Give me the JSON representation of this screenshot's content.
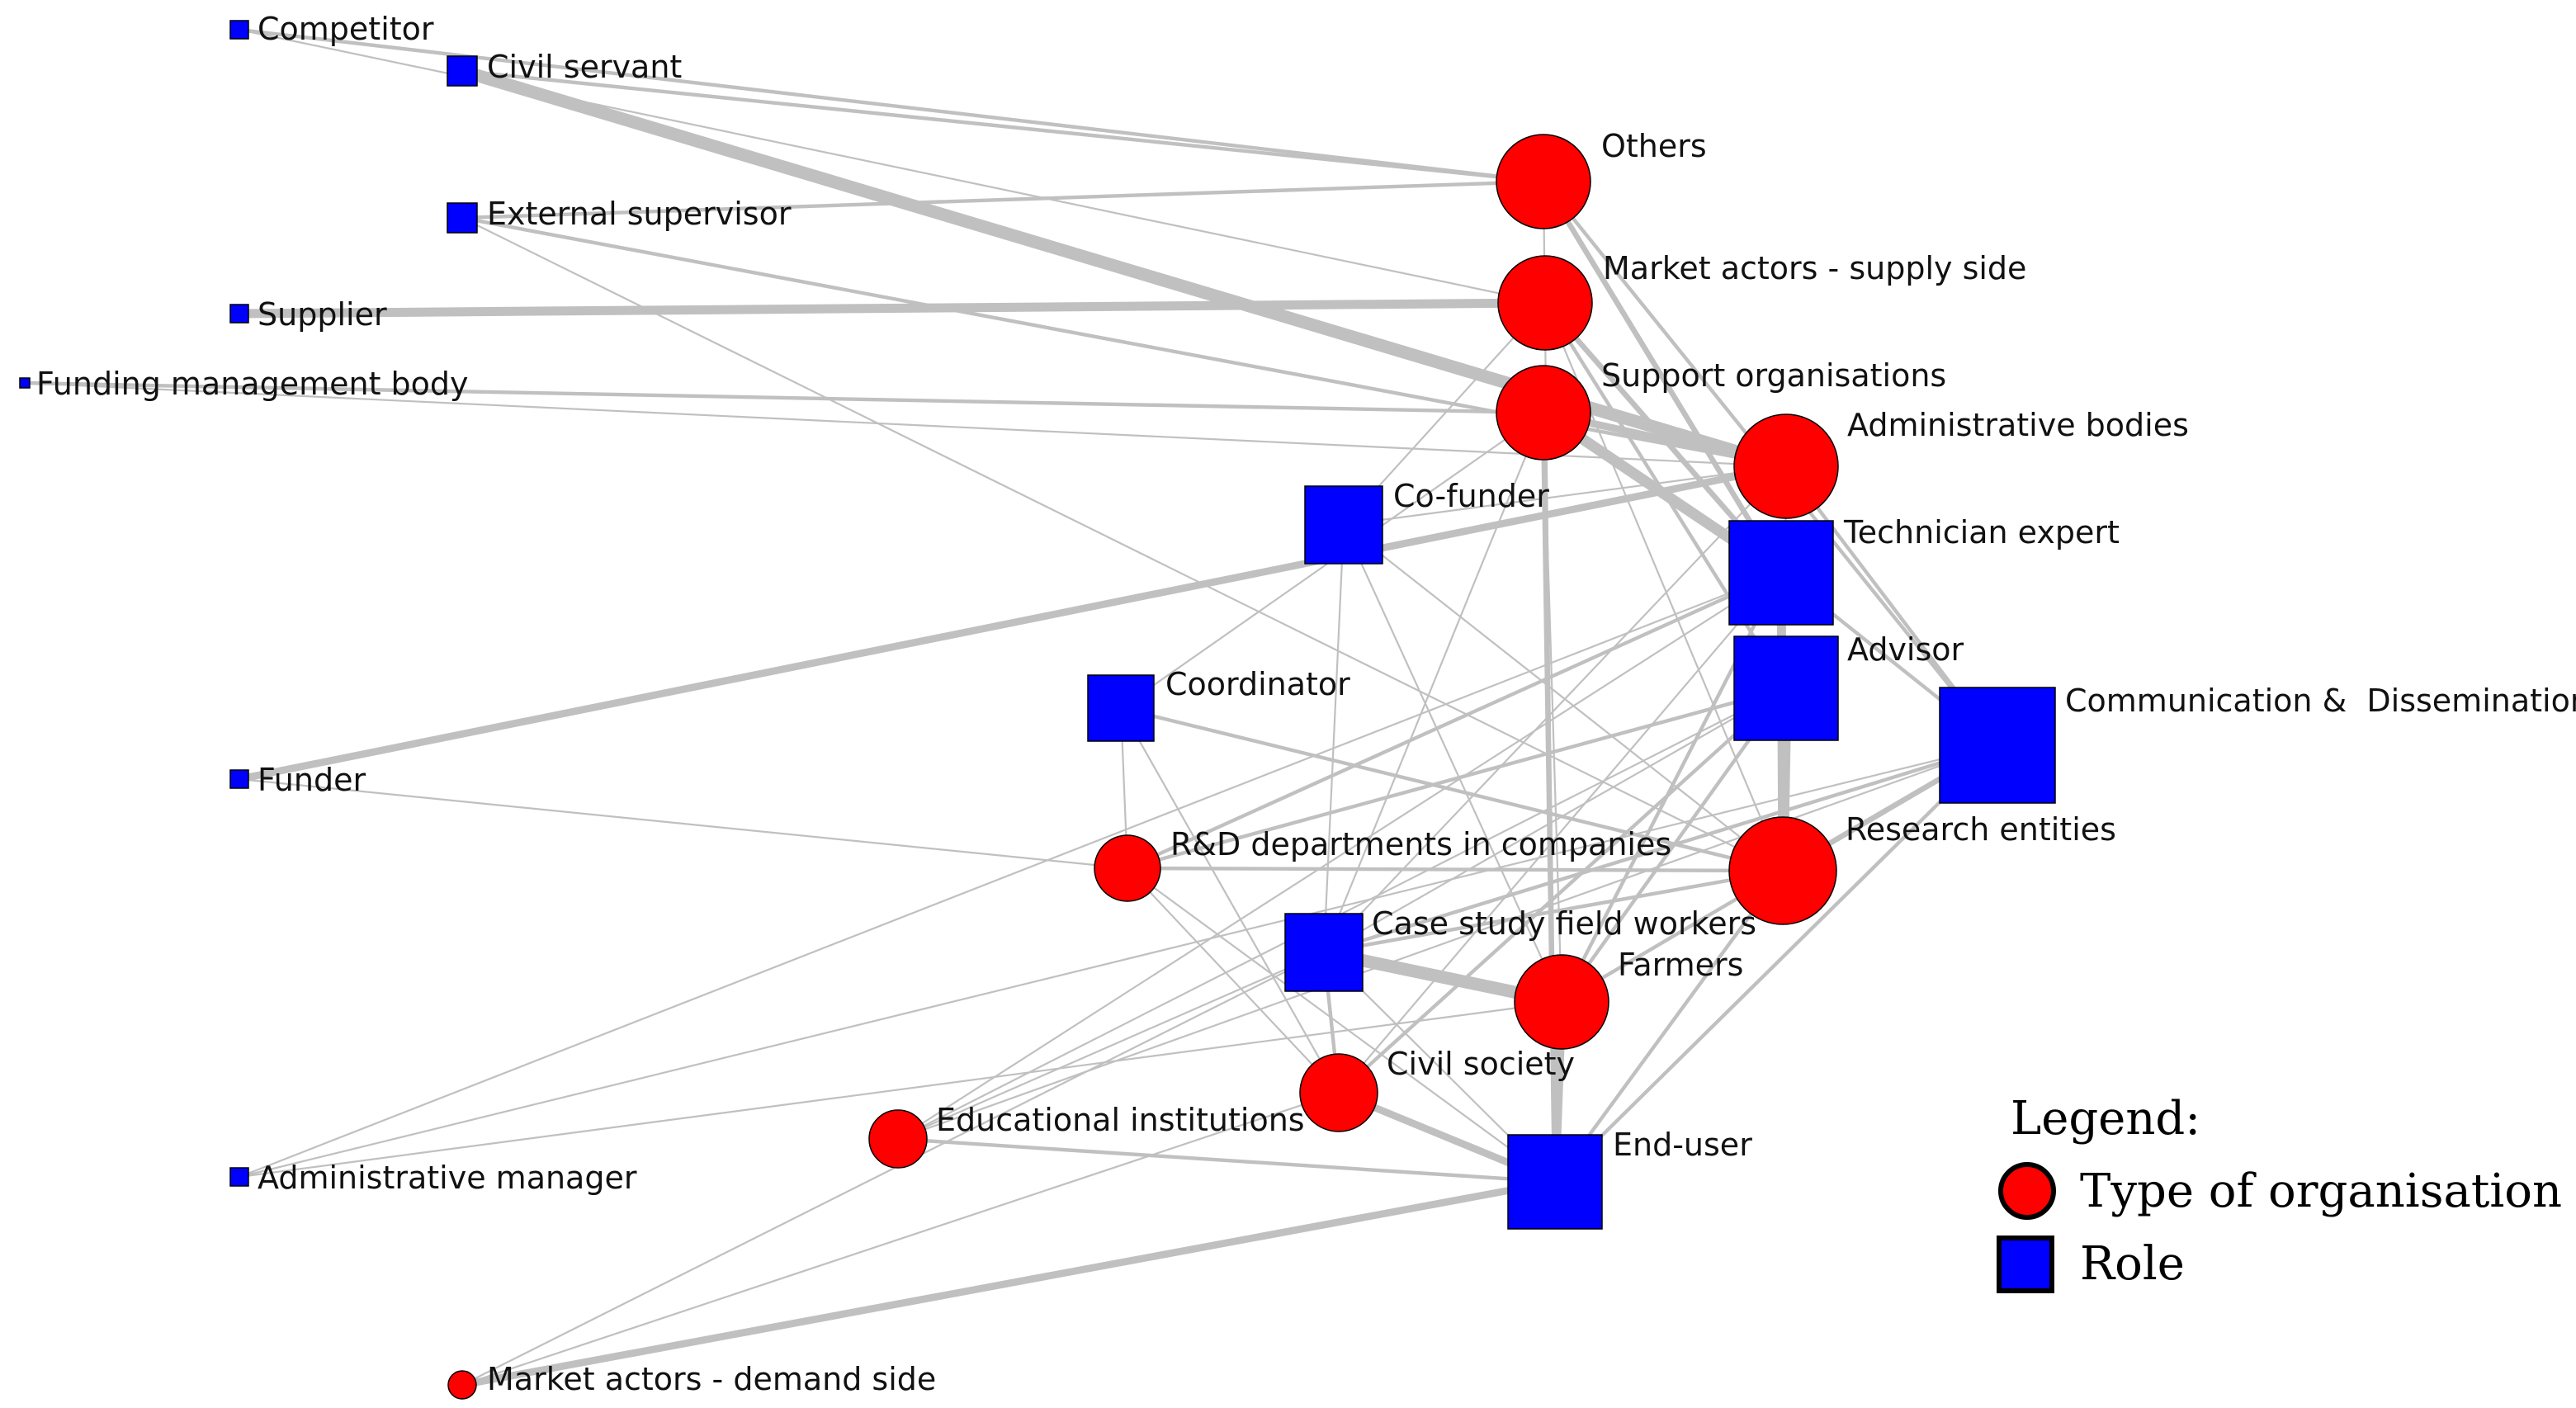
{
  "colors": {
    "organisation": "#ff0000",
    "role": "#0000ff",
    "edge": "#c0c0c0",
    "outline": "#000000"
  },
  "nodes": [
    {
      "id": "competitor",
      "label": "Competitor",
      "kind": "role"
    },
    {
      "id": "civil_servant",
      "label": "Civil servant",
      "kind": "role"
    },
    {
      "id": "external_supervisor",
      "label": "External supervisor",
      "kind": "role"
    },
    {
      "id": "supplier",
      "label": "Supplier",
      "kind": "role"
    },
    {
      "id": "funding_mgmt",
      "label": "Funding management body",
      "kind": "role"
    },
    {
      "id": "funder",
      "label": "Funder",
      "kind": "role"
    },
    {
      "id": "admin_manager",
      "label": "Administrative manager",
      "kind": "role"
    },
    {
      "id": "market_demand",
      "label": "Market actors - demand side",
      "kind": "organisation"
    },
    {
      "id": "others",
      "label": "Others",
      "kind": "organisation"
    },
    {
      "id": "market_supply",
      "label": "Market actors - supply side",
      "kind": "organisation"
    },
    {
      "id": "support_orgs",
      "label": "Support organisations",
      "kind": "organisation"
    },
    {
      "id": "admin_bodies",
      "label": "Administrative bodies",
      "kind": "organisation"
    },
    {
      "id": "cofunder",
      "label": "Co-funder",
      "kind": "role"
    },
    {
      "id": "technician",
      "label": "Technician expert",
      "kind": "role"
    },
    {
      "id": "advisor",
      "label": "Advisor",
      "kind": "role"
    },
    {
      "id": "comm_diss",
      "label": "Communication &  Dissemination",
      "kind": "role"
    },
    {
      "id": "coordinator",
      "label": "Coordinator",
      "kind": "role"
    },
    {
      "id": "rd_depts",
      "label": "R&D departments in companies",
      "kind": "organisation"
    },
    {
      "id": "research",
      "label": "Research entities",
      "kind": "organisation"
    },
    {
      "id": "case_study",
      "label": "Case study field workers",
      "kind": "role"
    },
    {
      "id": "farmers",
      "label": "Farmers",
      "kind": "organisation"
    },
    {
      "id": "civil_society",
      "label": "Civil society",
      "kind": "organisation"
    },
    {
      "id": "educational",
      "label": "Educational institutions",
      "kind": "organisation"
    },
    {
      "id": "end_user",
      "label": "End-user",
      "kind": "role"
    }
  ],
  "edges": [
    {
      "source": "civil_servant",
      "target": "admin_bodies",
      "weight": 7
    },
    {
      "source": "civil_servant",
      "target": "others",
      "weight": 2
    },
    {
      "source": "competitor",
      "target": "others",
      "weight": 2
    },
    {
      "source": "competitor",
      "target": "market_supply",
      "weight": 1
    },
    {
      "source": "external_supervisor",
      "target": "others",
      "weight": 2
    },
    {
      "source": "external_supervisor",
      "target": "admin_bodies",
      "weight": 2
    },
    {
      "source": "external_supervisor",
      "target": "research",
      "weight": 1
    },
    {
      "source": "supplier",
      "target": "market_supply",
      "weight": 5
    },
    {
      "source": "funding_mgmt",
      "target": "support_orgs",
      "weight": 2
    },
    {
      "source": "funding_mgmt",
      "target": "admin_bodies",
      "weight": 1
    },
    {
      "source": "funder",
      "target": "admin_bodies",
      "weight": 4
    },
    {
      "source": "funder",
      "target": "rd_depts",
      "weight": 1
    },
    {
      "source": "admin_manager",
      "target": "technician",
      "weight": 1
    },
    {
      "source": "admin_manager",
      "target": "comm_diss",
      "weight": 1
    },
    {
      "source": "market_demand",
      "target": "end_user",
      "weight": 4
    },
    {
      "source": "market_demand",
      "target": "case_study",
      "weight": 1
    },
    {
      "source": "market_demand",
      "target": "civil_society",
      "weight": 1
    },
    {
      "source": "market_supply",
      "target": "technician",
      "weight": 3
    },
    {
      "source": "support_orgs",
      "target": "technician",
      "weight": 6
    },
    {
      "source": "support_orgs",
      "target": "end_user",
      "weight": 3
    },
    {
      "source": "support_orgs",
      "target": "admin_bodies",
      "weight": 4
    },
    {
      "source": "others",
      "target": "technician",
      "weight": 3
    },
    {
      "source": "others",
      "target": "comm_diss",
      "weight": 2
    },
    {
      "source": "market_supply",
      "target": "advisor",
      "weight": 2
    },
    {
      "source": "cofunder",
      "target": "case_study",
      "weight": 1
    },
    {
      "source": "cofunder",
      "target": "research",
      "weight": 1
    },
    {
      "source": "cofunder",
      "target": "market_supply",
      "weight": 1
    },
    {
      "source": "cofunder",
      "target": "farmers",
      "weight": 1
    },
    {
      "source": "coordinator",
      "target": "research",
      "weight": 2
    },
    {
      "source": "coordinator",
      "target": "rd_depts",
      "weight": 1
    },
    {
      "source": "coordinator",
      "target": "civil_society",
      "weight": 1
    },
    {
      "source": "coordinator",
      "target": "support_orgs",
      "weight": 1
    },
    {
      "source": "technician",
      "target": "research",
      "weight": 5
    },
    {
      "source": "technician",
      "target": "rd_depts",
      "weight": 2
    },
    {
      "source": "technician",
      "target": "farmers",
      "weight": 2
    },
    {
      "source": "technician",
      "target": "educational",
      "weight": 1
    },
    {
      "source": "technician",
      "target": "comm_diss",
      "weight": 2
    },
    {
      "source": "advisor",
      "target": "research",
      "weight": 6
    },
    {
      "source": "advisor",
      "target": "farmers",
      "weight": 2
    },
    {
      "source": "advisor",
      "target": "civil_society",
      "weight": 2
    },
    {
      "source": "advisor",
      "target": "rd_depts",
      "weight": 2
    },
    {
      "source": "advisor",
      "target": "case_study",
      "weight": 1
    },
    {
      "source": "comm_diss",
      "target": "research",
      "weight": 3
    },
    {
      "source": "comm_diss",
      "target": "farmers",
      "weight": 2
    },
    {
      "source": "comm_diss",
      "target": "end_user",
      "weight": 2
    },
    {
      "source": "comm_diss",
      "target": "case_study",
      "weight": 2
    },
    {
      "source": "comm_diss",
      "target": "educational",
      "weight": 1
    },
    {
      "source": "comm_diss",
      "target": "admin_bodies",
      "weight": 2
    },
    {
      "source": "research",
      "target": "rd_depts",
      "weight": 2
    },
    {
      "source": "research",
      "target": "end_user",
      "weight": 2
    },
    {
      "source": "research",
      "target": "case_study",
      "weight": 2
    },
    {
      "source": "case_study",
      "target": "farmers",
      "weight": 7
    },
    {
      "source": "case_study",
      "target": "civil_society",
      "weight": 2
    },
    {
      "source": "case_study",
      "target": "educational",
      "weight": 1
    },
    {
      "source": "case_study",
      "target": "end_user",
      "weight": 1
    },
    {
      "source": "farmers",
      "target": "end_user",
      "weight": 5
    },
    {
      "source": "farmers",
      "target": "admin_manager",
      "weight": 1
    },
    {
      "source": "civil_society",
      "target": "end_user",
      "weight": 4
    },
    {
      "source": "civil_society",
      "target": "technician",
      "weight": 1
    },
    {
      "source": "educational",
      "target": "end_user",
      "weight": 2
    },
    {
      "source": "educational",
      "target": "advisor",
      "weight": 1
    },
    {
      "source": "support_orgs",
      "target": "case_study",
      "weight": 1
    },
    {
      "source": "support_orgs",
      "target": "farmers",
      "weight": 1
    },
    {
      "source": "support_orgs",
      "target": "end_user",
      "weight": 2
    },
    {
      "source": "admin_bodies",
      "target": "research",
      "weight": 1
    },
    {
      "source": "admin_bodies",
      "target": "case_study",
      "weight": 1
    },
    {
      "source": "others",
      "target": "end_user",
      "weight": 1
    },
    {
      "source": "rd_depts",
      "target": "end_user",
      "weight": 1
    },
    {
      "source": "rd_depts",
      "target": "civil_society",
      "weight": 1
    },
    {
      "source": "market_supply",
      "target": "research",
      "weight": 1
    },
    {
      "source": "cofunder",
      "target": "admin_bodies",
      "weight": 1
    }
  ],
  "legend": {
    "title": "Legend:",
    "organisation_label": "Type of organisation",
    "role_label": "Role"
  }
}
